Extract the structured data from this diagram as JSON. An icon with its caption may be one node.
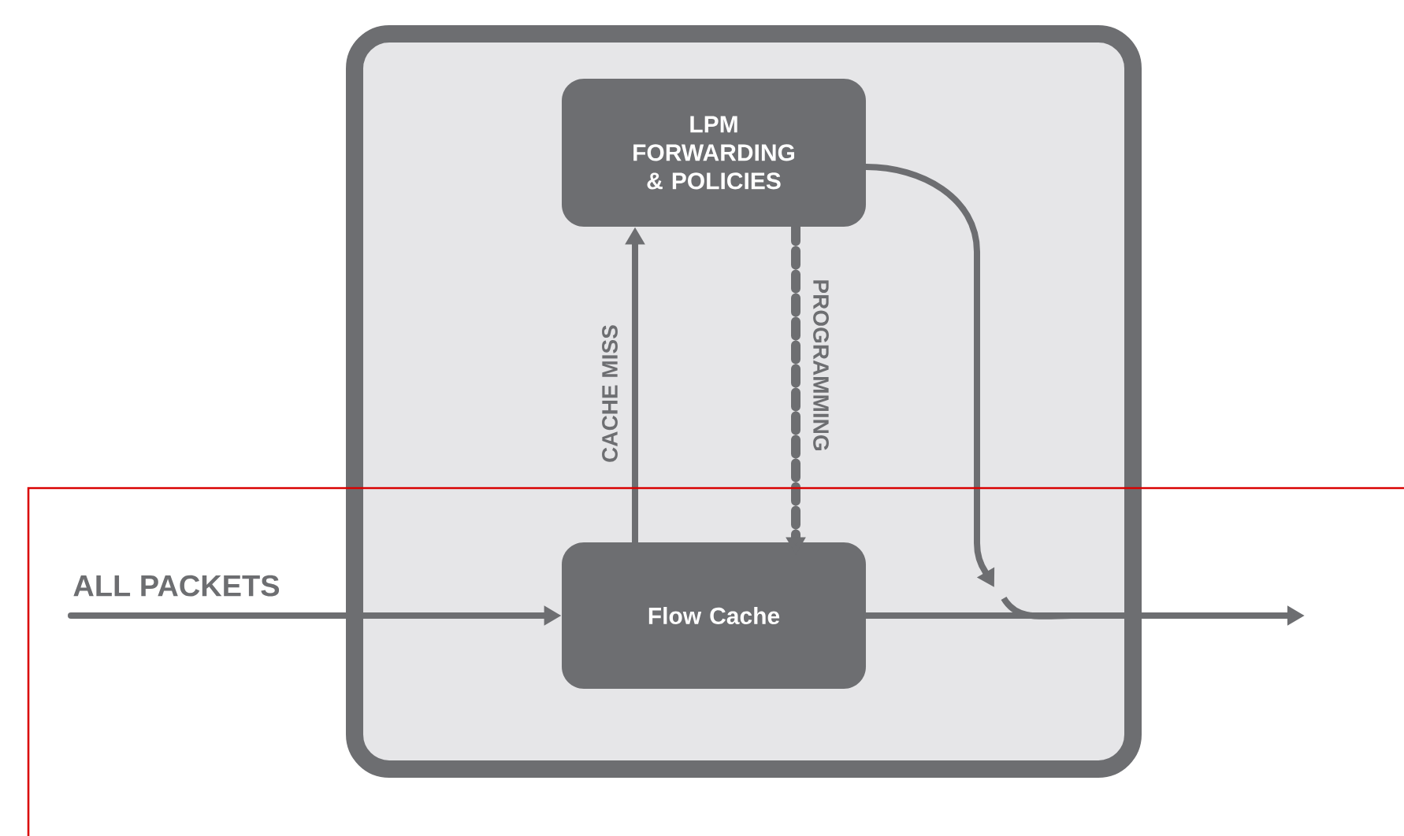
{
  "diagram": {
    "nodes": [
      {
        "text": [],
        "shape": "box"
      },
      {
        "text": [
          "LPM FORWARDING & POLICIES"
        ],
        "in": 0
      },
      {
        "text": [
          "Flow Cache"
        ],
        "in": 0
      }
    ],
    "edges": [
      {
        "from": null,
        "to": 2,
        "arrow": "to",
        "label": "ALL PACKETS"
      },
      {
        "from": 2,
        "to": 1,
        "arrow": "to",
        "label": "CACHE MISS"
      },
      {
        "from": 1,
        "to": 2,
        "arrow": "to",
        "label": "PROGRAMMING",
        "style": "dashed"
      },
      {
        "from": 2,
        "to": null,
        "arrow": "to"
      },
      {
        "from": 1,
        "to": null,
        "arrow": "to"
      }
    ]
  }
}
